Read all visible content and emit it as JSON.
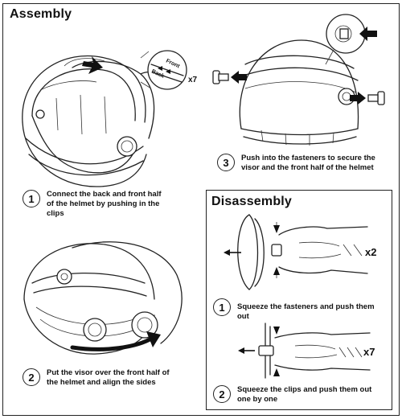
{
  "assembly": {
    "title": "Assembly",
    "step1": {
      "number": "1",
      "text": "Connect the back and front half of the helmet by pushing in the clips"
    },
    "step2": {
      "number": "2",
      "text": "Put the visor over the front half of the helmet and align the sides"
    },
    "step3": {
      "number": "3",
      "text": "Push into the fasteners to secure the visor and the front half of the helmet"
    },
    "clip_callout": {
      "front_label": "Front",
      "back_label": "Back",
      "count": "x7"
    }
  },
  "disassembly": {
    "title": "Disassembly",
    "step1": {
      "number": "1",
      "text": "Squeeze the fasteners and push them out",
      "count": "x2"
    },
    "step2": {
      "number": "2",
      "text": "Squeeze the clips and push them out one by one",
      "count": "x7"
    }
  }
}
